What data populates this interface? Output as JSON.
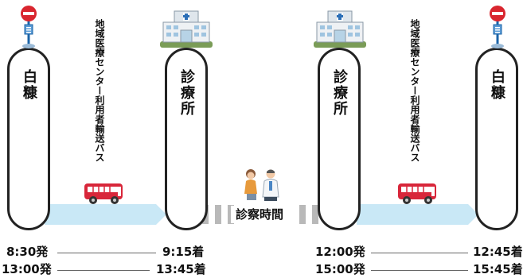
{
  "stops": {
    "shirota_left": "白糠",
    "clinic_left": "診療所",
    "clinic_right": "診療所",
    "shirota_right": "白糠"
  },
  "bus_label_left": "地域医療センター利用者輸送バス",
  "bus_label_right": "地域医療センター利用者輸送バス",
  "consult_label": "診察時間",
  "times": {
    "row1": {
      "dep1": "8:30発",
      "arr1": "9:15着",
      "dep2": "12:00発",
      "arr2": "12:45着"
    },
    "row2": {
      "dep1": "13:00発",
      "arr1": "13:45着",
      "dep2": "15:00発",
      "arr2": "15:45着"
    }
  },
  "icons": [
    "bus-stop-icon",
    "hospital-icon",
    "bus-icon",
    "doctor-patient-icon"
  ],
  "colors": {
    "arrow": "#c9e8f6",
    "bus": "#d8263a",
    "stop_sign": "#d9262f",
    "stop_pole": "#1b64a8",
    "hospital_roof": "#7a9c57",
    "dash": "#b9b9b9"
  }
}
